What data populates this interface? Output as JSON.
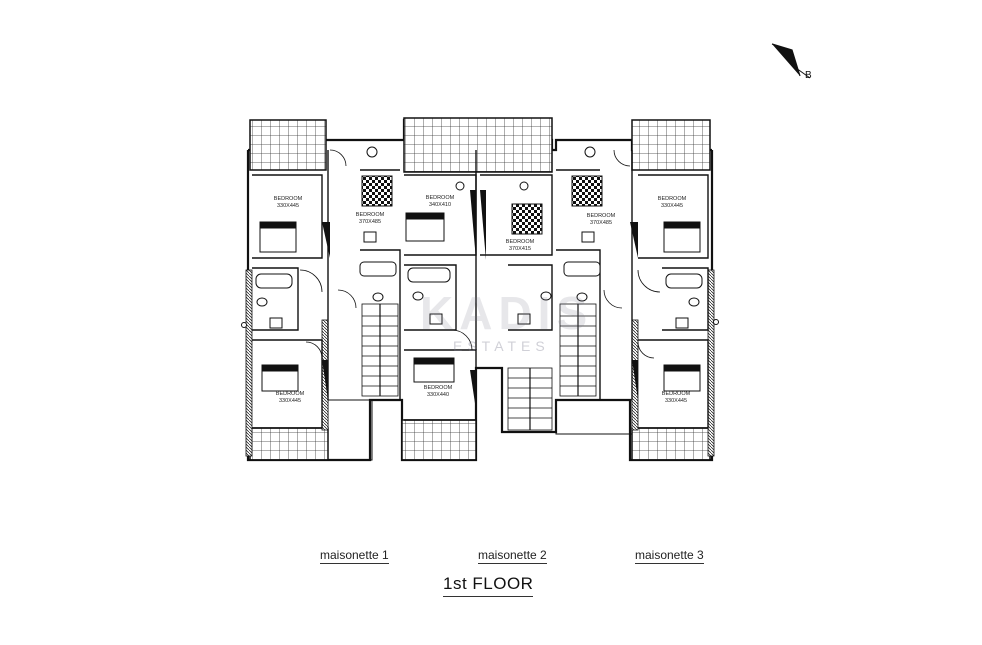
{
  "floor_title": "1st FLOOR",
  "units": [
    {
      "label": "maisonette 1"
    },
    {
      "label": "maisonette 2"
    },
    {
      "label": "maisonette 3"
    }
  ],
  "rooms": [
    {
      "name": "BEDROOM",
      "size": "330X445"
    },
    {
      "name": "BEDROOM",
      "size": "370X485"
    },
    {
      "name": "BEDROOM",
      "size": "340X410"
    },
    {
      "name": "BEDROOM",
      "size": "370X415"
    },
    {
      "name": "BEDROOM",
      "size": "370X485"
    },
    {
      "name": "BEDROOM",
      "size": "330X445"
    },
    {
      "name": "BEDROOM",
      "size": "330X445"
    },
    {
      "name": "BEDROOM",
      "size": "330X440"
    },
    {
      "name": "BEDROOM",
      "size": "330X445"
    }
  ],
  "north_marker": "B",
  "watermark": {
    "brand": "KADIS",
    "sub": "ESTATES"
  },
  "colors": {
    "line": "#111111",
    "background": "#ffffff",
    "fixture": "#333333"
  }
}
